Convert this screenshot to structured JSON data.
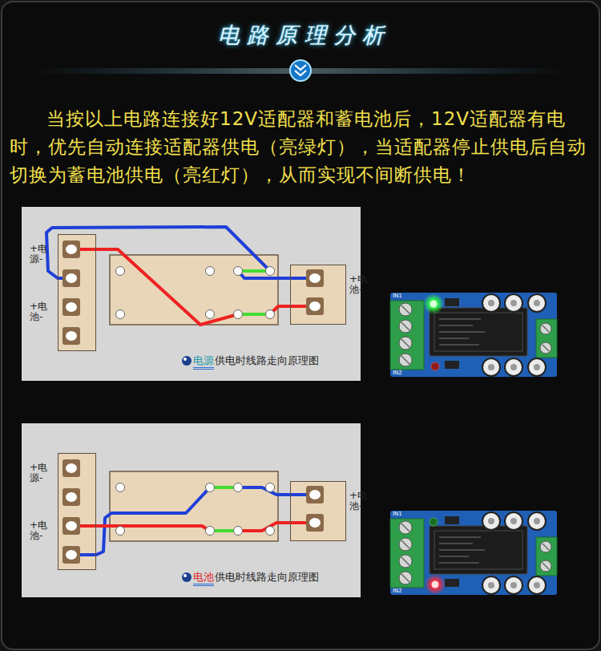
{
  "diagram": {
    "title": "电路原理分析",
    "nodes": [
      {
        "text": [
          "电源",
          "供电时线路走向原理图"
        ]
      },
      {
        "text": [
          "+电源-",
          "+电池-"
        ],
        "in": 0
      },
      {
        "text": [
          "+电池-"
        ],
        "in": 0
      },
      {
        "text": [
          "电池",
          "供电时线路走向原理图"
        ]
      },
      {
        "text": [
          "+电源-",
          "+电池-"
        ],
        "in": 3
      },
      {
        "text": [
          "+电池-"
        ],
        "in": 3
      }
    ],
    "edges": [
      {
        "from": 1,
        "to": 2,
        "arrow": "none"
      },
      {
        "from": 1,
        "to": 2,
        "arrow": "none"
      },
      {
        "from": 4,
        "to": 5,
        "arrow": "none"
      },
      {
        "from": 4,
        "to": 5,
        "arrow": "none"
      }
    ],
    "labels": [
      "当按以上电路连接好12V适配器和蓄电池后，12V适配器有电时，优先自动连接适配器供电（亮绿灯），当适配器停止供电后自动切换为蓄电池供电（亮红灯），从而实现不间断供电！",
      "IN1",
      "IN2",
      "IN1",
      "IN2"
    ]
  }
}
